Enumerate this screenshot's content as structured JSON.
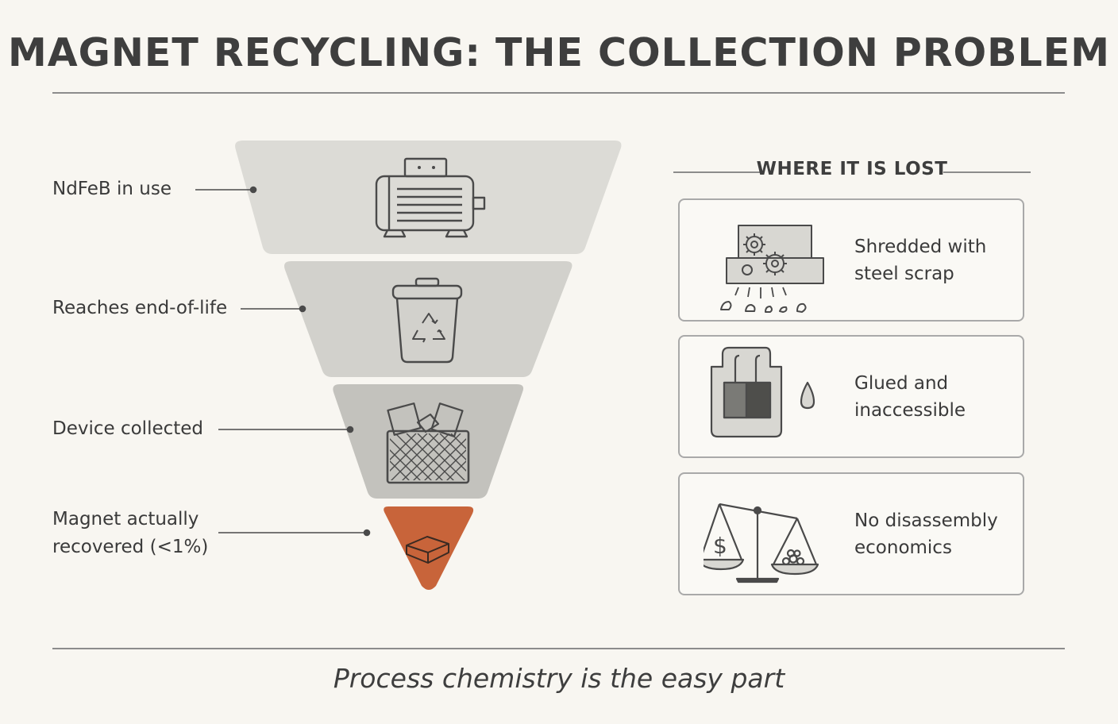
{
  "title": "MAGNET RECYCLING: THE COLLECTION PROBLEM",
  "stages": [
    {
      "label": "NdFeB in use",
      "icon": "electric-motor-icon"
    },
    {
      "label": "Reaches end-of-life",
      "icon": "recycling-bin-icon"
    },
    {
      "label": "Device collected",
      "icon": "collection-crate-icon"
    },
    {
      "label": "Magnet actually\nrecovered (<1%)",
      "icon": "magnet-block-icon"
    }
  ],
  "lost_header": "WHERE IT IS LOST",
  "loss_reasons": [
    {
      "label": "Shredded with\nsteel scrap",
      "icon": "shredder-icon"
    },
    {
      "label": "Glued and\ninaccessible",
      "icon": "glue-bonded-device-icon"
    },
    {
      "label": "No disassembly\neconomics",
      "icon": "balance-scale-icon"
    }
  ],
  "caption": "Process chemistry is the easy part",
  "colors": {
    "stage_fill": [
      "#dcdbd6",
      "#d2d1cc",
      "#c3c2bd",
      "#c8643a"
    ],
    "text": "#3a3a3a",
    "rule": "#8c8c8c",
    "highlight": "#c8643a"
  }
}
